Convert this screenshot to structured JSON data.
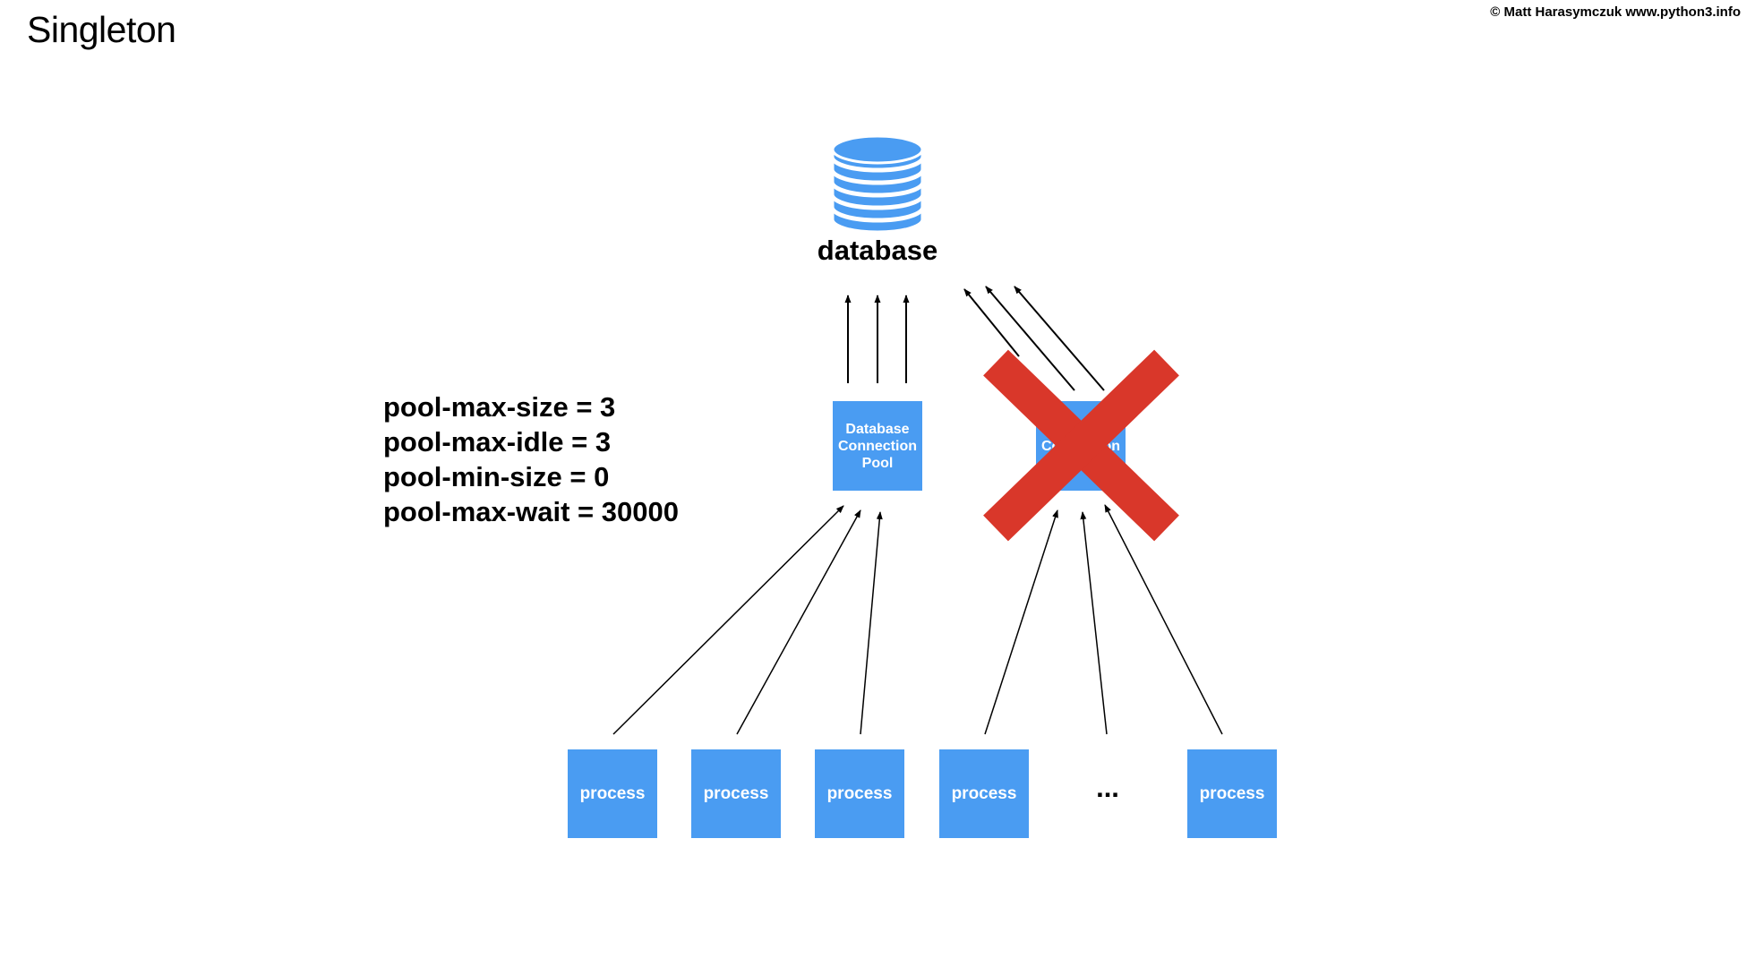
{
  "slide": {
    "title": "Singleton",
    "credit": "© Matt Harasymczuk www.python3.info"
  },
  "database": {
    "label": "database",
    "color": "#4a9cf2"
  },
  "config": {
    "lines": [
      "pool-max-size = 3",
      "pool-max-idle = 3",
      "pool-min-size = 0",
      "pool-max-wait = 30000"
    ]
  },
  "pools": [
    {
      "label": "Database Connection Pool",
      "crossed": false
    },
    {
      "label": "Database Connection Pool",
      "crossed": true
    }
  ],
  "processes": {
    "label": "process",
    "ellipsis": "...",
    "count_visible": 5
  },
  "colors": {
    "box": "#4a9cf2",
    "cross": "#d9372a",
    "arrow": "#000000"
  }
}
